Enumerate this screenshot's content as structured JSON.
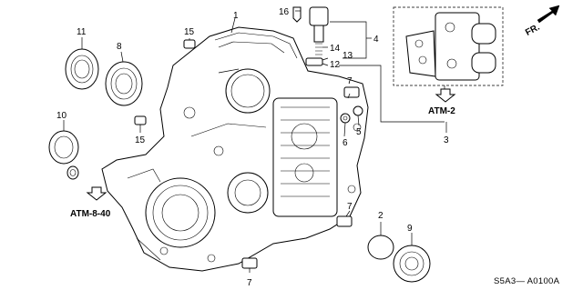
{
  "callouts": {
    "c1": "1",
    "c2": "2",
    "c3": "3",
    "c4": "4",
    "c5": "5",
    "c6": "6",
    "c7a": "7",
    "c7b": "7",
    "c7c": "7",
    "c8": "8",
    "c9": "9",
    "c10": "10",
    "c11": "11",
    "c12": "12",
    "c13": "13",
    "c14": "14",
    "c15a": "15",
    "c15b": "15",
    "c16": "16"
  },
  "references": {
    "atm2": "ATM-2",
    "atm840": "ATM-8-40"
  },
  "direction": {
    "label": "FR."
  },
  "diagram_code": "S5A3— A0100A"
}
